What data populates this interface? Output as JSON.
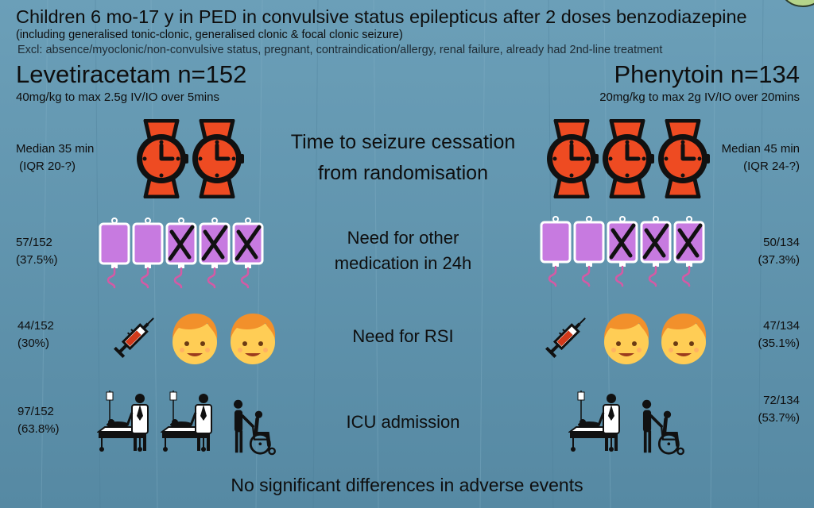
{
  "header": {
    "title": "Children 6 mo-17 y in PED in convulsive status epilepticus after 2 doses benzodiazepine",
    "subtitle": "(including generalised tonic-clonic, generalised clonic & focal clonic seizure)",
    "exclusion": "Excl: absence/myoclonic/non-convulsive status, pregnant, contraindication/allergy, renal failure, already had 2nd-line treatment"
  },
  "arms": {
    "left": {
      "name": "Levetiracetam n=152",
      "dose": "40mg/kg to max 2.5g IV/IO over 5mins"
    },
    "right": {
      "name": "Phenytoin n=134",
      "dose": "20mg/kg to max 2g IV/IO over 20mins"
    }
  },
  "outcomes": [
    {
      "label": "Time to seizure cessation\nfrom randomisation",
      "left": "Median 35 min\n (IQR 20-?)",
      "right": "Median 45 min\n(IQR 24-?)"
    },
    {
      "label": "Need for other\nmedication in 24h",
      "left": "57/152\n(37.5%)",
      "right": "50/134\n(37.3%)"
    },
    {
      "label": "Need for RSI",
      "left": "44/152\n(30%)",
      "right": "47/134\n(35.1%)"
    },
    {
      "label": "ICU admission",
      "left": "97/152\n(63.8%)",
      "right": "72/134\n(53.7%)"
    }
  ],
  "footer": {
    "note": "No significant differences in adverse events"
  },
  "icons": {
    "watch": "wristwatch-icon",
    "iv_bag": "iv-bag-icon",
    "syringe": "syringe-icon",
    "child": "child-face-icon",
    "icu": "icu-bed-icon",
    "wheelchair": "wheelchair-icon"
  },
  "colors": {
    "background": "#5e93ad",
    "watch_face": "#ee4b22",
    "iv_bag": "#c77ae0",
    "child_face": "#ffcd55",
    "child_hair": "#f2902b",
    "syringe_fluid": "#d13a1b"
  }
}
